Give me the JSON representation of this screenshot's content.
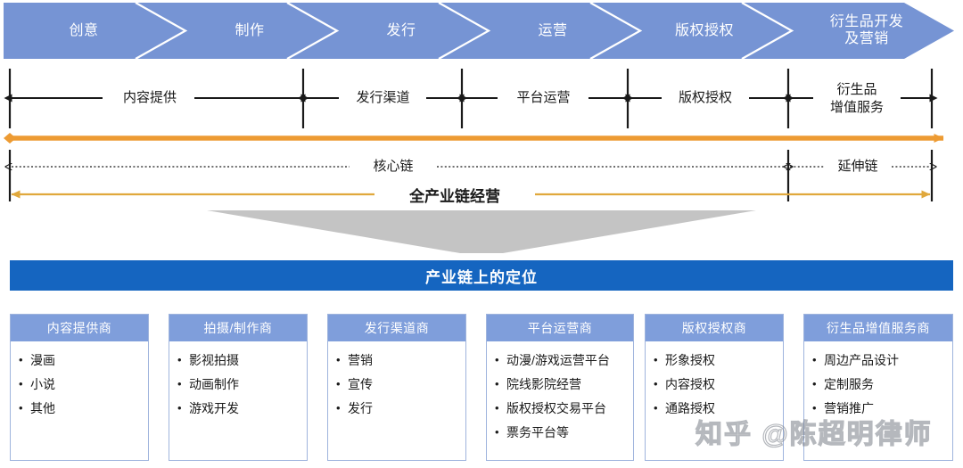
{
  "colors": {
    "chevron_fill": "#7694d4",
    "chevron_divider": "#ffffff",
    "banner_blue": "#1565c0",
    "card_header": "#7f9edb",
    "card_border": "#9fb4dd",
    "orange_line": "#ed9b33",
    "orange_line_soft": "#e0a83c",
    "funnel_gray": "#c4c4c4",
    "tick_black": "#1a1a1a",
    "watermark_gray": "#787d87"
  },
  "chevron_band": {
    "stages": [
      {
        "label": "创意"
      },
      {
        "label": "制作"
      },
      {
        "label": "发行"
      },
      {
        "label": "运营"
      },
      {
        "label": "版权授权"
      },
      {
        "label": "衍生品开发\n及营销"
      }
    ]
  },
  "measure_band": {
    "segments": [
      {
        "label": "内容提供"
      },
      {
        "label": "发行渠道"
      },
      {
        "label": "平台运营"
      },
      {
        "label": "版权授权"
      },
      {
        "label": "衍生品\n增值服务"
      }
    ],
    "chains": [
      {
        "label": "核心链"
      },
      {
        "label": "延伸链"
      }
    ],
    "whole_chain": {
      "label": "全产业链经营"
    }
  },
  "section_banner": {
    "title": "产业链上的定位"
  },
  "cards": [
    {
      "title": "内容提供商",
      "items": [
        "漫画",
        "小说",
        "其他"
      ]
    },
    {
      "title": "拍摄/制作商",
      "items": [
        "影视拍摄",
        "动画制作",
        "游戏开发"
      ]
    },
    {
      "title": "发行渠道商",
      "items": [
        "营销",
        "宣传",
        "发行"
      ]
    },
    {
      "title": "平台运营商",
      "items": [
        "动漫/游戏运营平台",
        "院线影院经营",
        "版权授权交易平台",
        "票务平台等"
      ]
    },
    {
      "title": "版权授权商",
      "items": [
        "形象授权",
        "内容授权",
        "通路授权"
      ]
    },
    {
      "title": "衍生品增值服务商",
      "items": [
        "周边产品设计",
        "定制服务",
        "营销推广"
      ]
    }
  ],
  "watermark": {
    "text": "知乎 @陈超明律师"
  }
}
